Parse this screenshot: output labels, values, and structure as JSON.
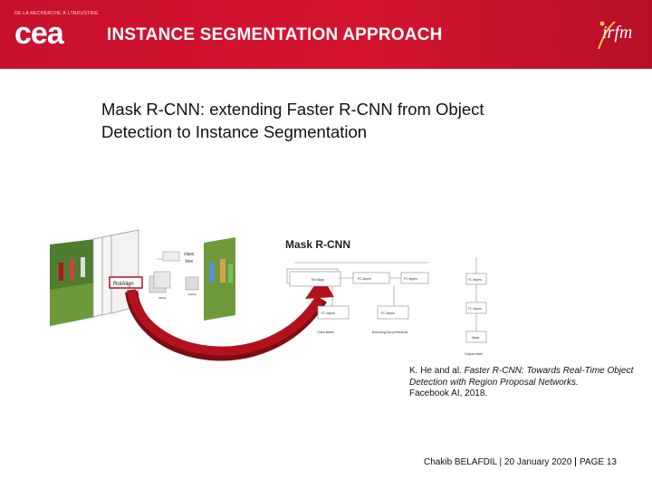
{
  "header": {
    "logo_text": "cea",
    "tagline": "DE LA RECHERCHE À L'INDUSTRIE",
    "title": "INSTANCE SEGMENTATION APPROACH",
    "right_logo_text": "irfm"
  },
  "main": {
    "subtitle_line1": "Mask R-CNN: extending Faster R-CNN from Object",
    "subtitle_line2": "Detection to Instance Segmentation"
  },
  "figure": {
    "title": "Mask R-CNN",
    "roi_label": "RoIAlign",
    "box_label_1": "class",
    "box_label_2": "box",
    "conv_label": "conv",
    "node_labels": [
      "RoI Align",
      "FC layers",
      "FC layers",
      "FC layers",
      "FC layers",
      "FC layers",
      "FC layers",
      "Mask"
    ],
    "bottom_labels": [
      "Class labels",
      "Bounding box predictions",
      "Output mask"
    ]
  },
  "citation": {
    "authors": "K. He and al. ",
    "title": "Faster R-CNN: Towards Real-Time Object Detection with Region Proposal Networks.",
    "venue": "Facebook AI,  2018."
  },
  "footer": {
    "author_date": "Chakib BELAFDIL | 20 January 2020",
    "page": "PAGE 13"
  },
  "colors": {
    "header_red": "#c8102e",
    "arrow_red": "#b3121d"
  }
}
